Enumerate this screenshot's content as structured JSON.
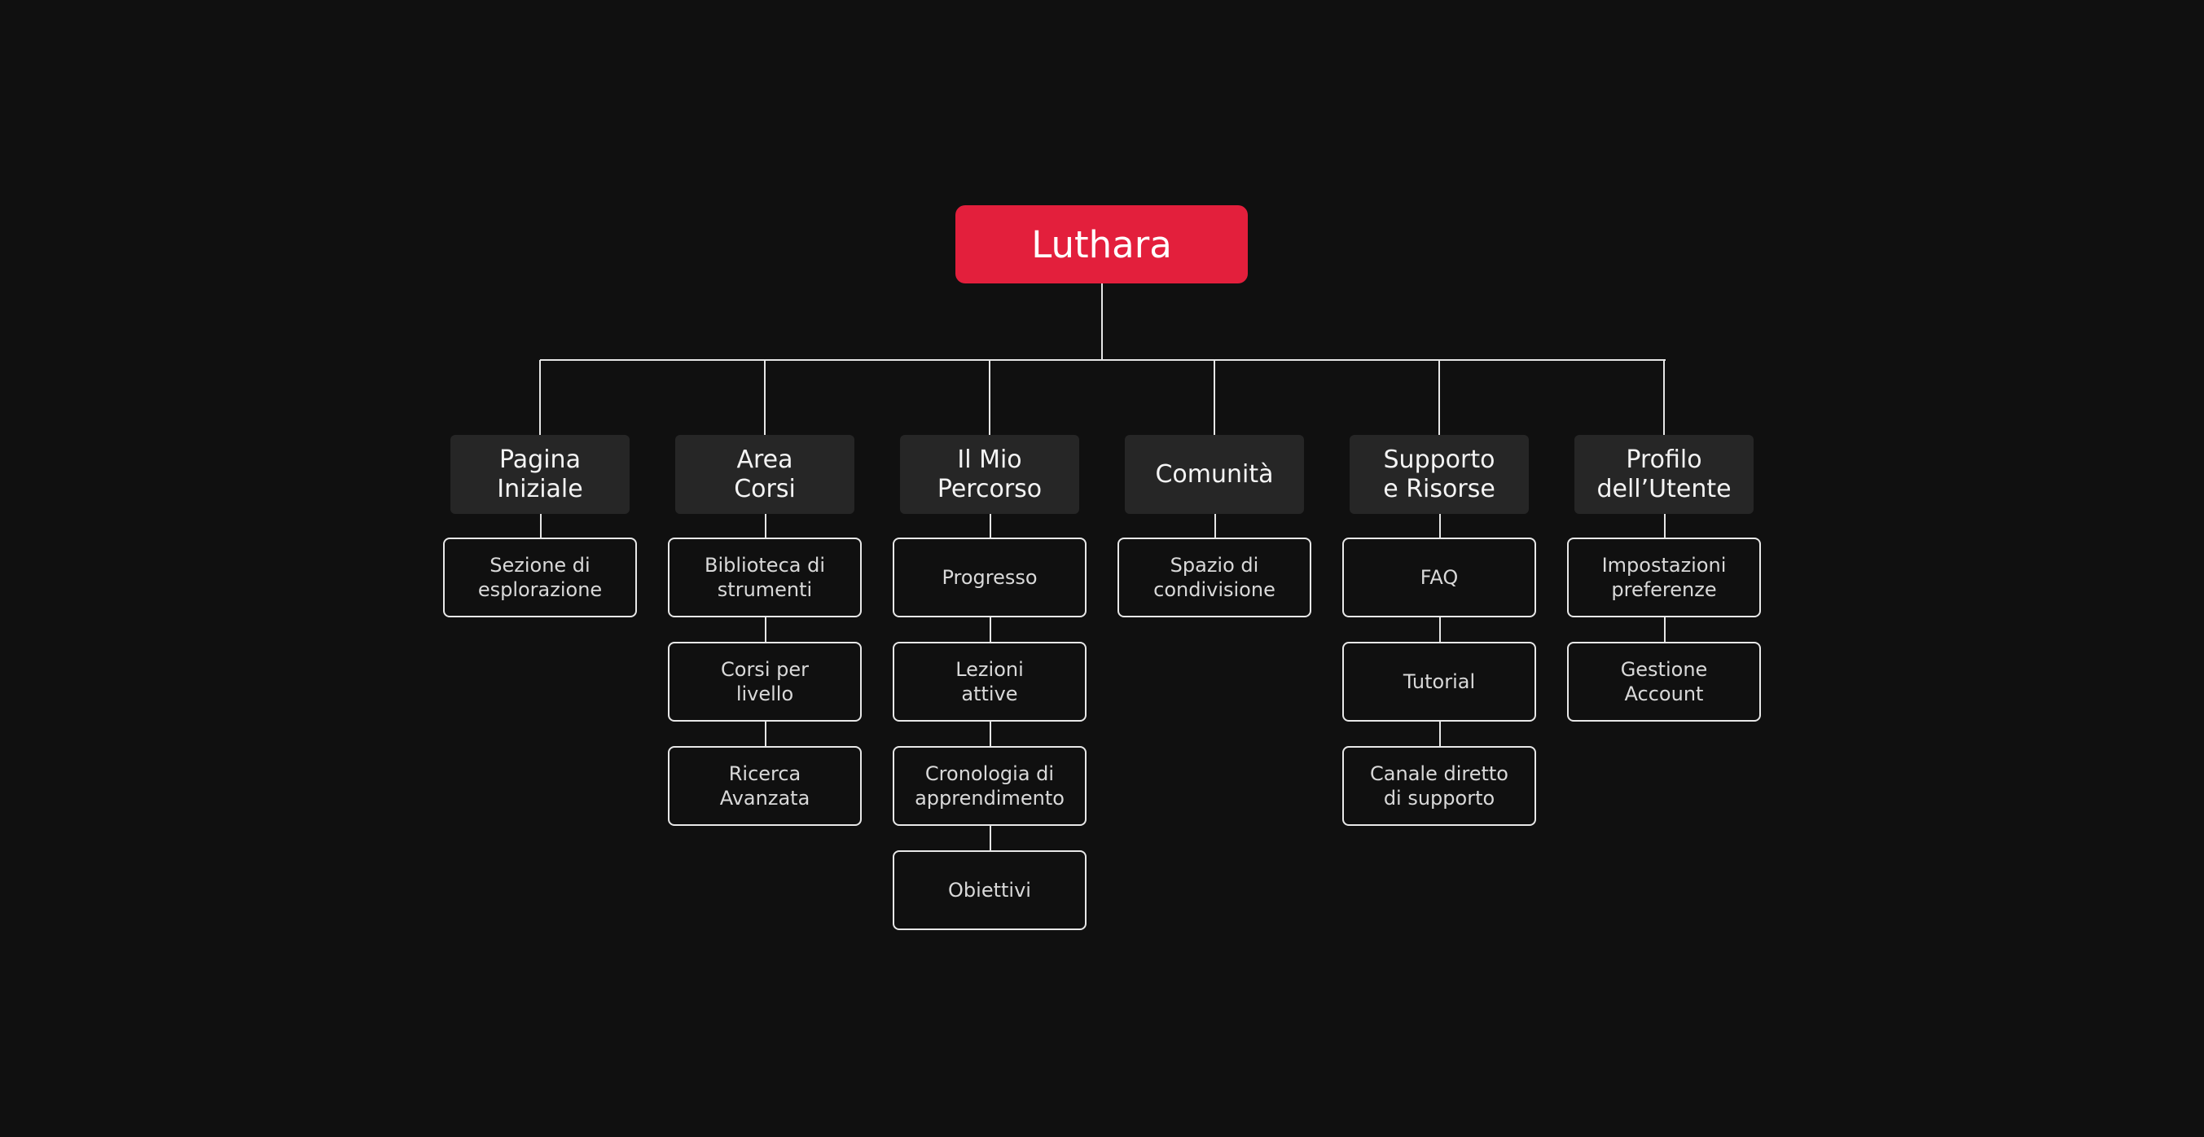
{
  "root": {
    "label": "Luthara",
    "color": "#e31f3c"
  },
  "categories": [
    {
      "label": "Pagina\nIniziale",
      "children": [
        "Sezione di\nesplorazione"
      ]
    },
    {
      "label": "Area\nCorsi",
      "children": [
        "Biblioteca di\nstrumenti",
        "Corsi per\nlivello",
        "Ricerca\nAvanzata"
      ]
    },
    {
      "label": "Il Mio\nPercorso",
      "children": [
        "Progresso",
        "Lezioni\nattive",
        "Cronologia di\napprendimento",
        "Obiettivi"
      ]
    },
    {
      "label": "Comunità",
      "children": [
        "Spazio di\ncondivisione"
      ]
    },
    {
      "label": "Supporto\ne Risorse",
      "children": [
        "FAQ",
        "Tutorial",
        "Canale diretto\ndi supporto"
      ]
    },
    {
      "label": "Profilo\ndell’Utente",
      "children": [
        "Impostazioni\npreferenze",
        "Gestione\nAccount"
      ]
    }
  ]
}
